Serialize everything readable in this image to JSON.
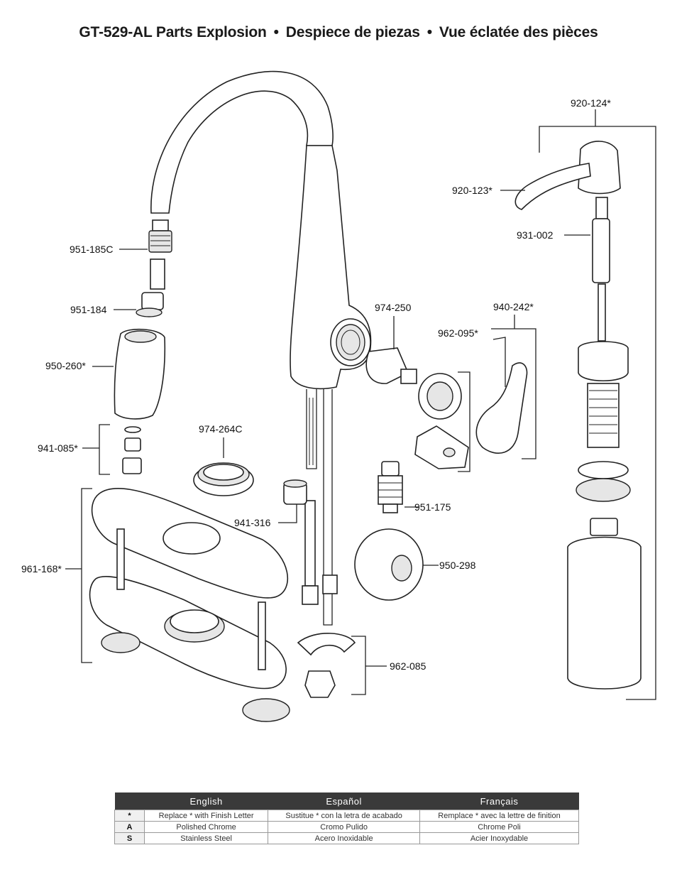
{
  "title": {
    "part1": "GT-529-AL Parts Explosion",
    "sep": "•",
    "part2": "Despiece de piezas",
    "part3": "Vue éclatée des pièces"
  },
  "callouts": {
    "c920_124": "920-124*",
    "c920_123": "920-123*",
    "c931_002": "931-002",
    "c951_185C": "951-185C",
    "c951_184": "951-184",
    "c974_250": "974-250",
    "c940_242": "940-242*",
    "c962_095": "962-095*",
    "c950_260": "950-260*",
    "c974_264C": "974-264C",
    "c941_085": "941-085*",
    "c951_175": "951-175",
    "c941_316": "941-316",
    "c950_298": "950-298",
    "c961_168": "961-168*",
    "c962_085": "962-085"
  },
  "legend": {
    "headers": [
      "English",
      "Español",
      "Français"
    ],
    "rows": [
      {
        "code": "*",
        "en": "Replace * with Finish Letter",
        "es": "Sustitue * con la letra de acabado",
        "fr": "Remplace * avec la lettre de finition"
      },
      {
        "code": "A",
        "en": "Polished Chrome",
        "es": "Cromo Pulido",
        "fr": "Chrome Poli"
      },
      {
        "code": "S",
        "en": "Stainless Steel",
        "es": "Acero Inoxidable",
        "fr": "Acier Inoxydable"
      }
    ]
  }
}
